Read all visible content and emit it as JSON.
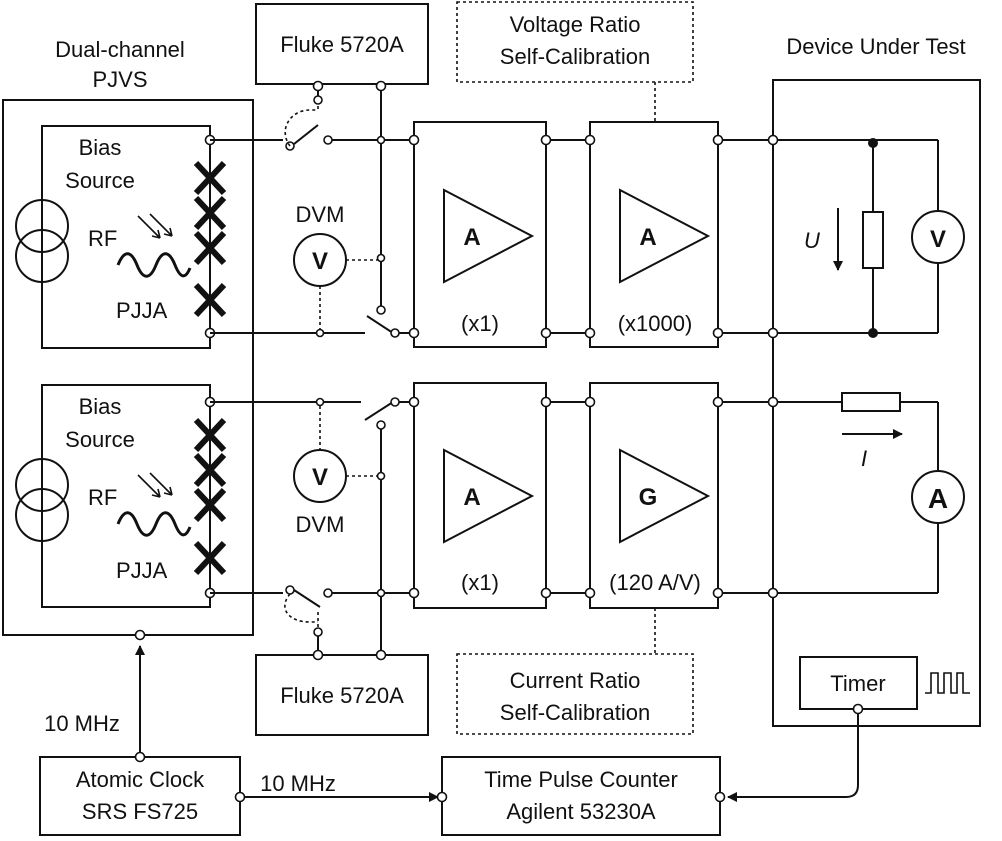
{
  "pjvs": {
    "title_line1": "Dual-channel",
    "title_line2": "PJVS"
  },
  "channel_top": {
    "bias_line1": "Bias",
    "bias_line2": "Source",
    "rf": "RF",
    "pjja": "PJJA"
  },
  "channel_bottom": {
    "bias_line1": "Bias",
    "bias_line2": "Source",
    "rf": "RF",
    "pjja": "PJJA"
  },
  "fluke_top": "Fluke 5720A",
  "fluke_bottom": "Fluke 5720A",
  "dvm_top": {
    "label": "DVM",
    "symbol": "V"
  },
  "dvm_bottom": {
    "label": "DVM",
    "symbol": "V"
  },
  "voltage_cal": {
    "line1": "Voltage Ratio",
    "line2": "Self-Calibration"
  },
  "current_cal": {
    "line1": "Current Ratio",
    "line2": "Self-Calibration"
  },
  "amp_v1": {
    "symbol": "A",
    "gain": "(x1)"
  },
  "amp_v2": {
    "symbol": "A",
    "gain": "(x1000)"
  },
  "amp_i1": {
    "symbol": "A",
    "gain": "(x1)"
  },
  "amp_i2": {
    "symbol": "G",
    "gain": "(120 A/V)"
  },
  "dut": {
    "title": "Device Under Test",
    "voltage_symbol": "U",
    "voltmeter": "V",
    "current_symbol": "I",
    "ammeter": "A"
  },
  "timer": "Timer",
  "clock": {
    "line1": "Atomic Clock",
    "line2": "SRS FS725",
    "out_up": "10 MHz",
    "out_right": "10 MHz"
  },
  "counter": {
    "line1": "Time Pulse Counter",
    "line2": "Agilent 53230A"
  }
}
